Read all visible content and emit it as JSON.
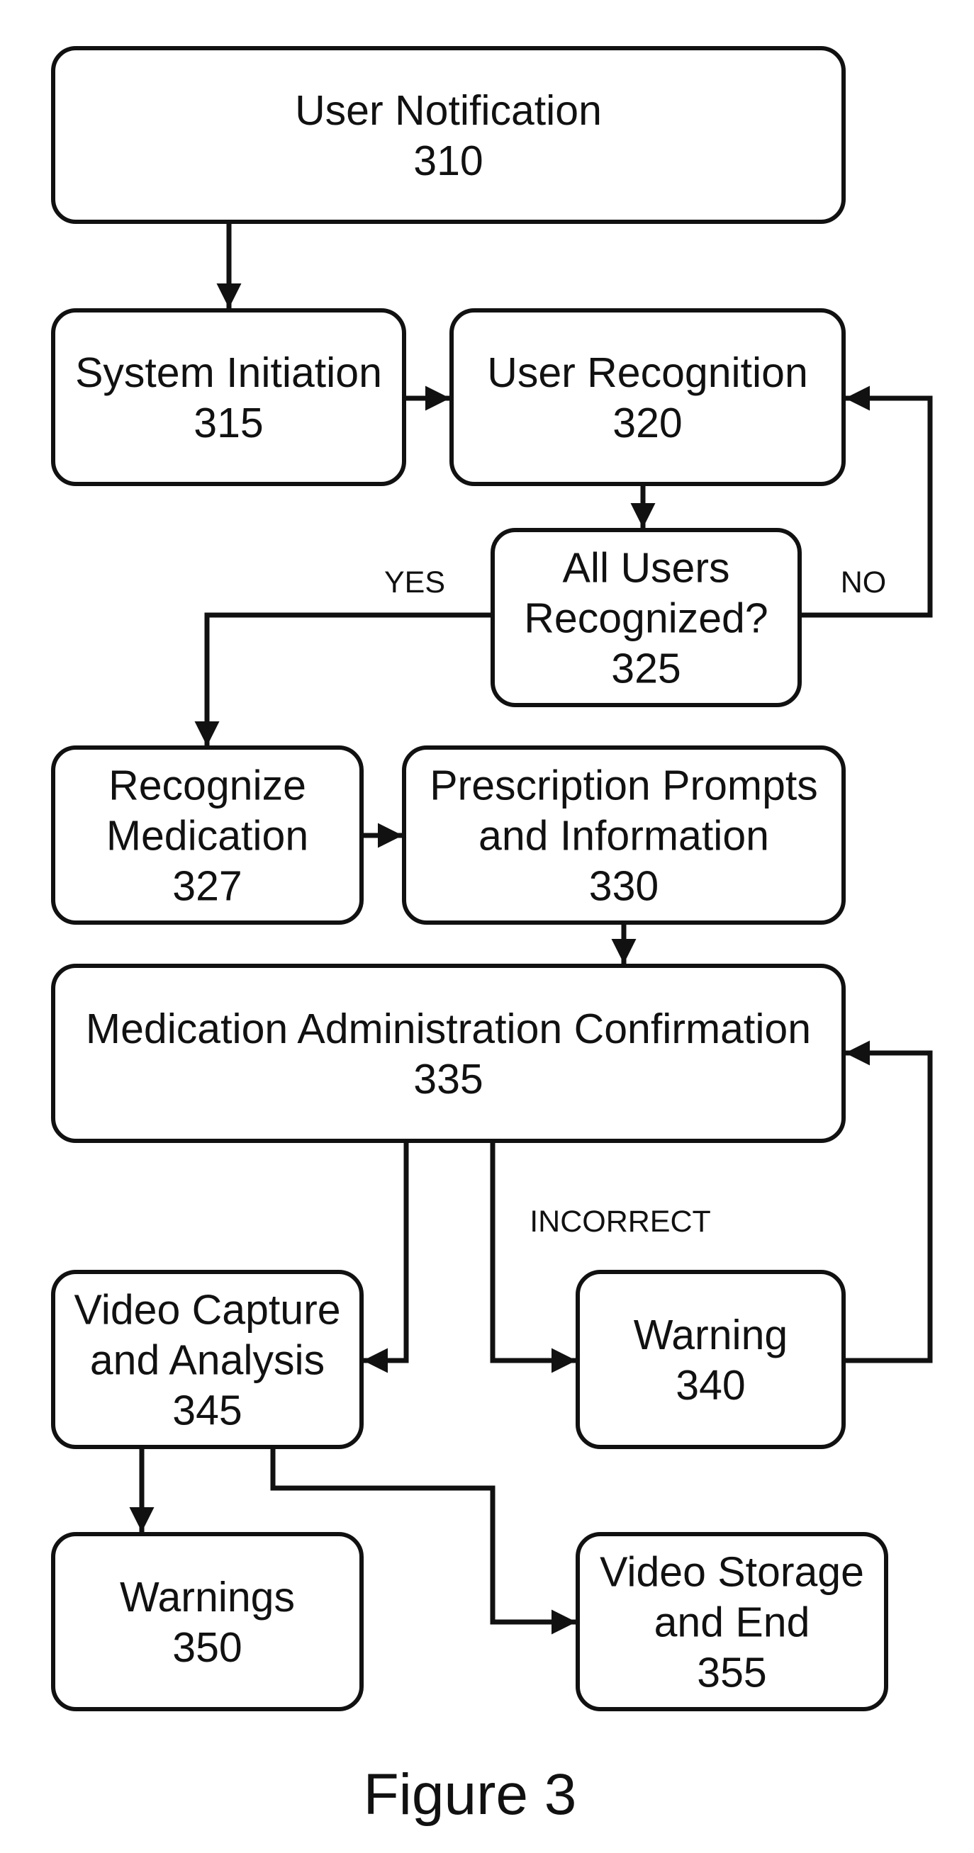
{
  "nodes": [
    {
      "id": "310",
      "lines": [
        "User Notification",
        "310"
      ]
    },
    {
      "id": "315",
      "lines": [
        "System Initiation",
        "315"
      ]
    },
    {
      "id": "320",
      "lines": [
        "User Recognition",
        "320"
      ]
    },
    {
      "id": "325",
      "lines": [
        "All Users",
        "Recognized?",
        "325"
      ]
    },
    {
      "id": "327",
      "lines": [
        "Recognize",
        "Medication",
        "327"
      ]
    },
    {
      "id": "330",
      "lines": [
        "Prescription Prompts",
        "and Information",
        "330"
      ]
    },
    {
      "id": "335",
      "lines": [
        "Medication Administration Confirmation",
        "335"
      ]
    },
    {
      "id": "340",
      "lines": [
        "Warning",
        "340"
      ]
    },
    {
      "id": "345",
      "lines": [
        "Video Capture",
        "and Analysis",
        "345"
      ]
    },
    {
      "id": "350",
      "lines": [
        "Warnings",
        "350"
      ]
    },
    {
      "id": "355",
      "lines": [
        "Video Storage",
        "and End",
        "355"
      ]
    }
  ],
  "edge_labels": {
    "yes": "YES",
    "no": "NO",
    "incorrect": "INCORRECT"
  },
  "edges": [
    {
      "from": "310",
      "to": "315"
    },
    {
      "from": "315",
      "to": "320"
    },
    {
      "from": "320",
      "to": "325"
    },
    {
      "from": "325",
      "to": "327",
      "label": "YES"
    },
    {
      "from": "325",
      "to": "320",
      "label": "NO"
    },
    {
      "from": "327",
      "to": "330"
    },
    {
      "from": "330",
      "to": "335"
    },
    {
      "from": "335",
      "to": "345"
    },
    {
      "from": "335",
      "to": "340",
      "label": "INCORRECT"
    },
    {
      "from": "340",
      "to": "335"
    },
    {
      "from": "345",
      "to": "350"
    },
    {
      "from": "345",
      "to": "355"
    }
  ],
  "caption": "Figure 3"
}
